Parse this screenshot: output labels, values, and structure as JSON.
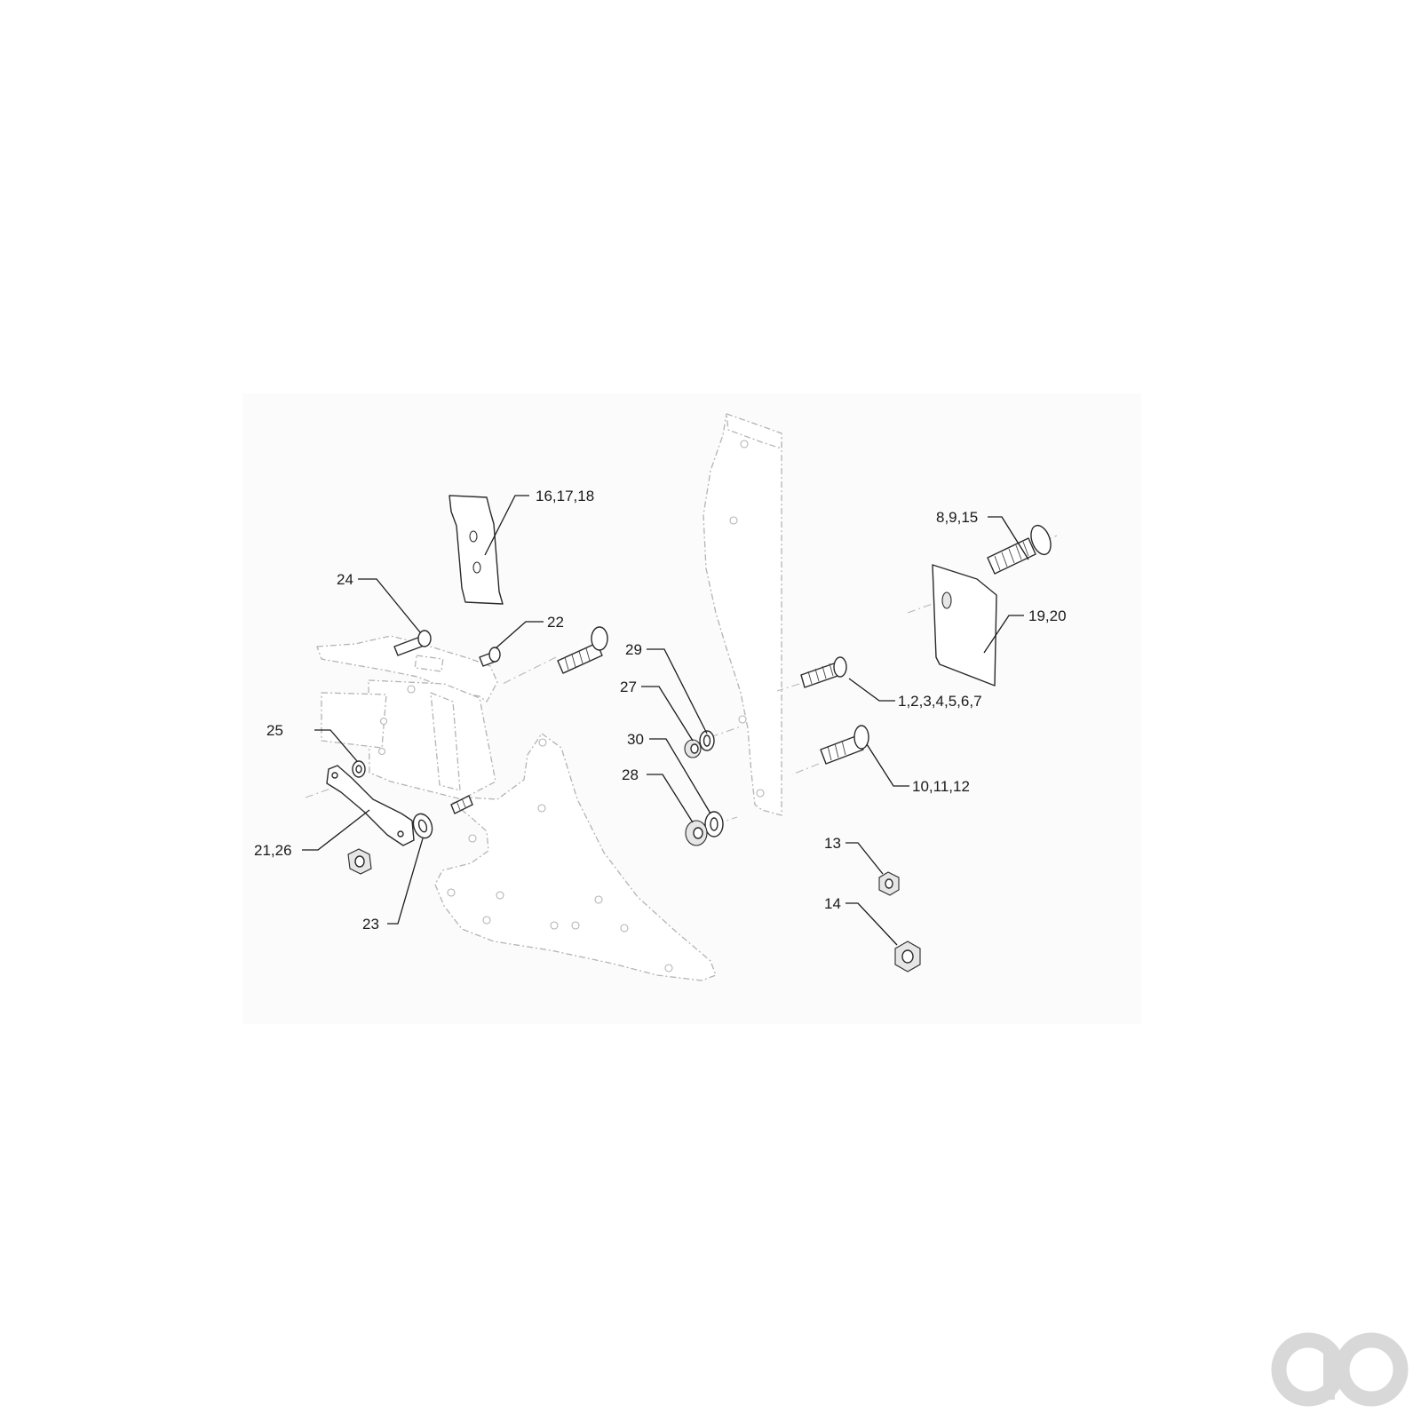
{
  "callouts": [
    {
      "id": "c-16-17-18",
      "text": "16,17,18"
    },
    {
      "id": "c-24",
      "text": "24"
    },
    {
      "id": "c-22",
      "text": "22"
    },
    {
      "id": "c-8-9-15",
      "text": "8,9,15"
    },
    {
      "id": "c-19-20",
      "text": "19,20"
    },
    {
      "id": "c-29",
      "text": "29"
    },
    {
      "id": "c-27",
      "text": "27"
    },
    {
      "id": "c-1-7",
      "text": "1,2,3,4,5,6,7"
    },
    {
      "id": "c-30",
      "text": "30"
    },
    {
      "id": "c-25",
      "text": "25"
    },
    {
      "id": "c-10-11-12",
      "text": "10,11,12"
    },
    {
      "id": "c-28",
      "text": "28"
    },
    {
      "id": "c-13",
      "text": "13"
    },
    {
      "id": "c-21-26",
      "text": "21,26"
    },
    {
      "id": "c-14",
      "text": "14"
    },
    {
      "id": "c-23",
      "text": "23"
    }
  ],
  "colors": {
    "background": "#ffffff",
    "line": "#1a1a1a",
    "ghost": "#b4b4b4",
    "logo": "#d8d8d8"
  },
  "logo": {
    "icon": "watermark-logo-icon"
  }
}
